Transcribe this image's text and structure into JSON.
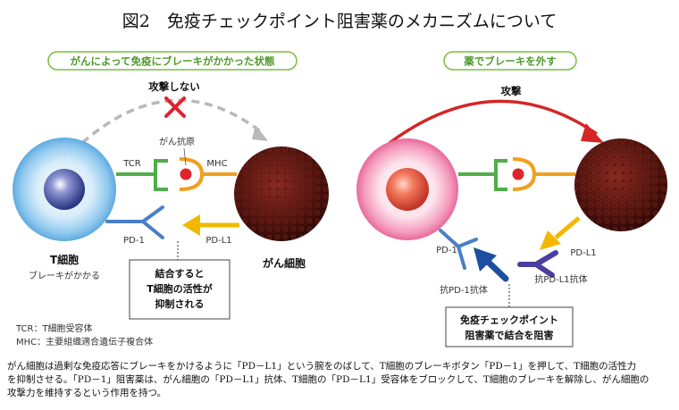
{
  "title": "図2　免疫チェックポイント阻害薬のメカニズムについて",
  "left_panel": {
    "header": "がんによって免疫にブレーキがかかった状態",
    "attack_label": "攻撃しない",
    "antigen_label": "がん抗原",
    "tcr_label": "TCR",
    "mhc_label": "MHC",
    "pd1_label": "PD-1",
    "pdl1_label": "PD-L1",
    "tcell_label": "T細胞",
    "tcell_sub": "ブレーキがかかる",
    "cancer_label": "がん細胞",
    "callout_lines": [
      "結合すると",
      "T細胞の活性が",
      "抑制される"
    ],
    "legend": [
      "TCR：T細胞受容体",
      "MHC：主要組織適合遺伝子複合体"
    ]
  },
  "right_panel": {
    "header": "薬でブレーキを外す",
    "attack_label": "攻撃",
    "pd1_label": "PD-1",
    "pdl1_label": "PD-L1",
    "anti_pd1_label": "抗PD-1抗体",
    "anti_pdl1_label": "抗PD-L1抗体",
    "callout_lines": [
      "免疫チェックポイント",
      "阻害薬で結合を阻害"
    ]
  },
  "caption_lines": [
    "がん細胞は過剰な免疫応答にブレーキをかけるように「PD－L1」という腕をのばして、T細胞のブレーキボタン「PD－1」を押して、T細胞の活性力",
    "を抑制させる。「PD－1」阻害薬は、がん細胞の「PD－L1」抗体、T細胞の「PD－L1」受容体をブロックして、T細胞のブレーキを解除し、がん細胞の",
    "攻撃力を維持するという作用を持つ。"
  ],
  "colors": {
    "header_green": "#77bf3f",
    "tcr_green": "#4fae48",
    "mhc_orange": "#f0a020",
    "pd1_blue": "#4a7fc6",
    "pdl1_yellow": "#f2b800",
    "red_x": "#e0242f",
    "attack_arrow": "#d42626",
    "antibody_navy": "#1d4fa0",
    "antibody_purple": "#4a3f9e",
    "cancer": "#5a1712"
  }
}
